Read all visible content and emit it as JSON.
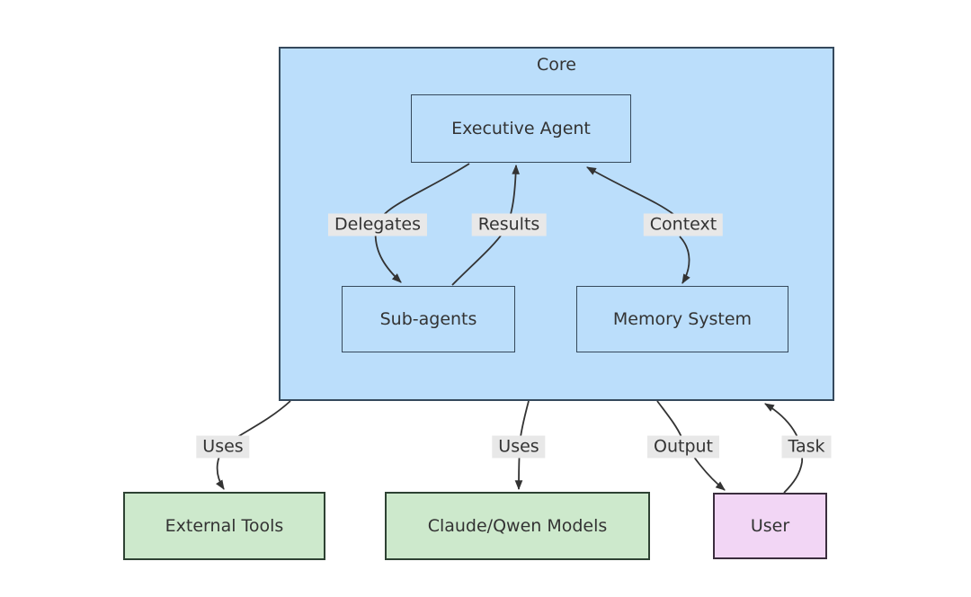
{
  "diagram": {
    "type": "flowchart",
    "subgraph": {
      "title": "Core"
    },
    "nodes": {
      "executive_agent": {
        "label": "Executive Agent",
        "group": "Core",
        "fill": "#bbdefb"
      },
      "sub_agents": {
        "label": "Sub-agents",
        "group": "Core",
        "fill": "#bbdefb"
      },
      "memory_system": {
        "label": "Memory System",
        "group": "Core",
        "fill": "#bbdefb"
      },
      "external_tools": {
        "label": "External Tools",
        "group": "none",
        "fill": "#cde9cc"
      },
      "claude_qwen_models": {
        "label": "Claude/Qwen Models",
        "group": "none",
        "fill": "#cde9cc"
      },
      "user": {
        "label": "User",
        "group": "none",
        "fill": "#f2d6f5"
      }
    },
    "edges": {
      "delegates": {
        "label": "Delegates",
        "from": "Executive Agent",
        "to": "Sub-agents",
        "bidirectional": false
      },
      "results": {
        "label": "Results",
        "from": "Sub-agents",
        "to": "Executive Agent",
        "bidirectional": false
      },
      "context": {
        "label": "Context",
        "from": "Executive Agent",
        "to": "Memory System",
        "bidirectional": true
      },
      "uses_tools": {
        "label": "Uses",
        "from": "Core",
        "to": "External Tools",
        "bidirectional": false
      },
      "uses_models": {
        "label": "Uses",
        "from": "Core",
        "to": "Claude/Qwen Models",
        "bidirectional": false
      },
      "output": {
        "label": "Output",
        "from": "Core",
        "to": "User",
        "bidirectional": false
      },
      "task": {
        "label": "Task",
        "from": "User",
        "to": "Core",
        "bidirectional": false
      }
    },
    "colors": {
      "core_fill": "#bbdefb",
      "core_border": "#35495c",
      "node_border": "#35495c",
      "green_fill": "#cde9cc",
      "green_border": "#2e4233",
      "pink_fill": "#f2d6f5",
      "pink_border": "#3b2e3e",
      "edge_color": "#333333",
      "label_bg": "#e8e8e8",
      "text_color": "#333333"
    }
  }
}
